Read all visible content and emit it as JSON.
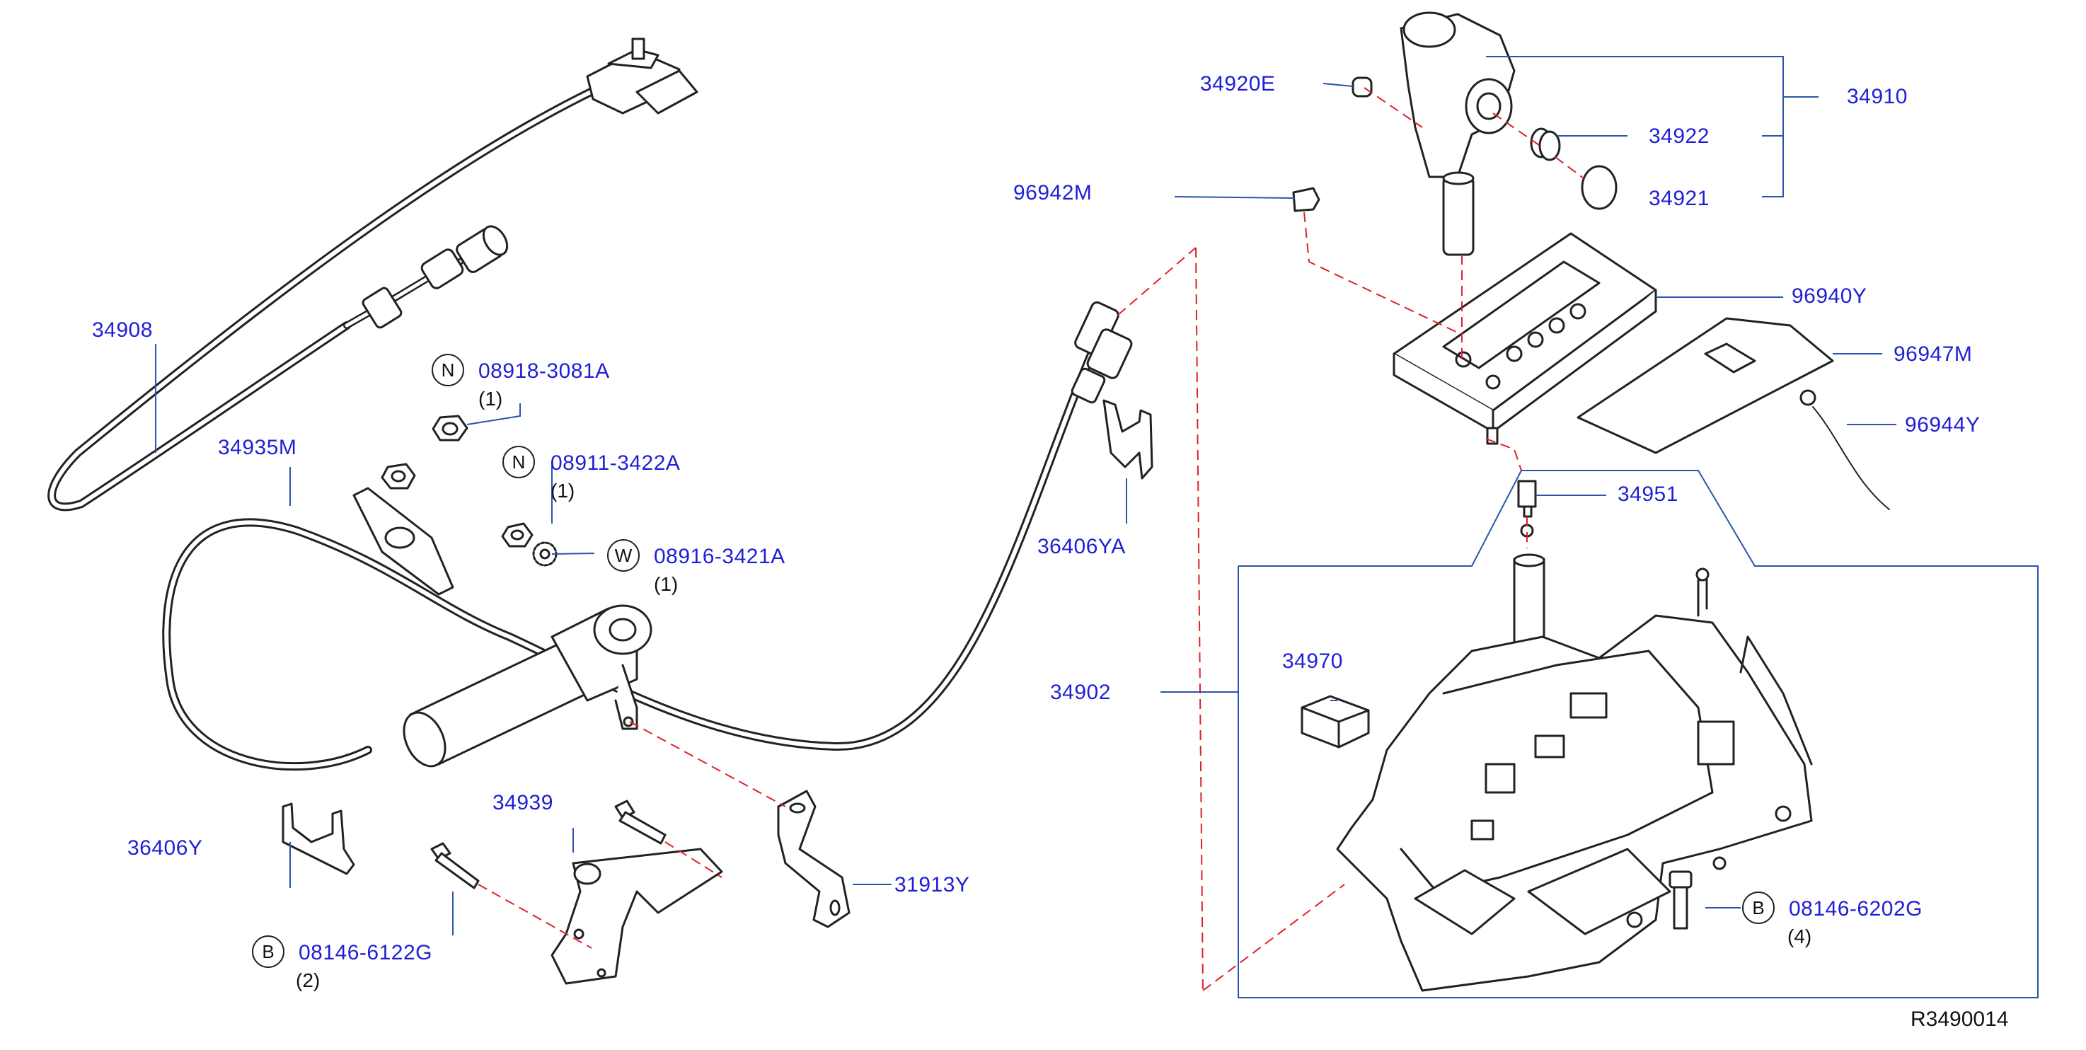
{
  "diagram_ref": "R3490014",
  "colors": {
    "label": "#1f1fd6",
    "leader": "#2a55a8",
    "phantom": "#e0202a",
    "line": "#222222"
  },
  "parts": {
    "p34908": "34908",
    "p34935M": "34935M",
    "p36406Y": "36406Y",
    "p34939": "34939",
    "p31913Y": "31913Y",
    "p36406YA": "36406YA",
    "p34920E": "34920E",
    "p34910": "34910",
    "p34922": "34922",
    "p34921": "34921",
    "p96942M": "96942M",
    "p96940Y": "96940Y",
    "p96947M": "96947M",
    "p96944Y": "96944Y",
    "p34951": "34951",
    "p34970": "34970",
    "p34902": "34902"
  },
  "fasteners": {
    "nut1": {
      "badge": "N",
      "code": "08918-3081A",
      "qty": "(1)"
    },
    "nut2": {
      "badge": "N",
      "code": "08911-3422A",
      "qty": "(1)"
    },
    "washer": {
      "badge": "W",
      "code": "08916-3421A",
      "qty": "(1)"
    },
    "bolt1": {
      "badge": "B",
      "code": "08146-6122G",
      "qty": "(2)"
    },
    "bolt2": {
      "badge": "B",
      "code": "08146-6202G",
      "qty": "(4)"
    }
  }
}
